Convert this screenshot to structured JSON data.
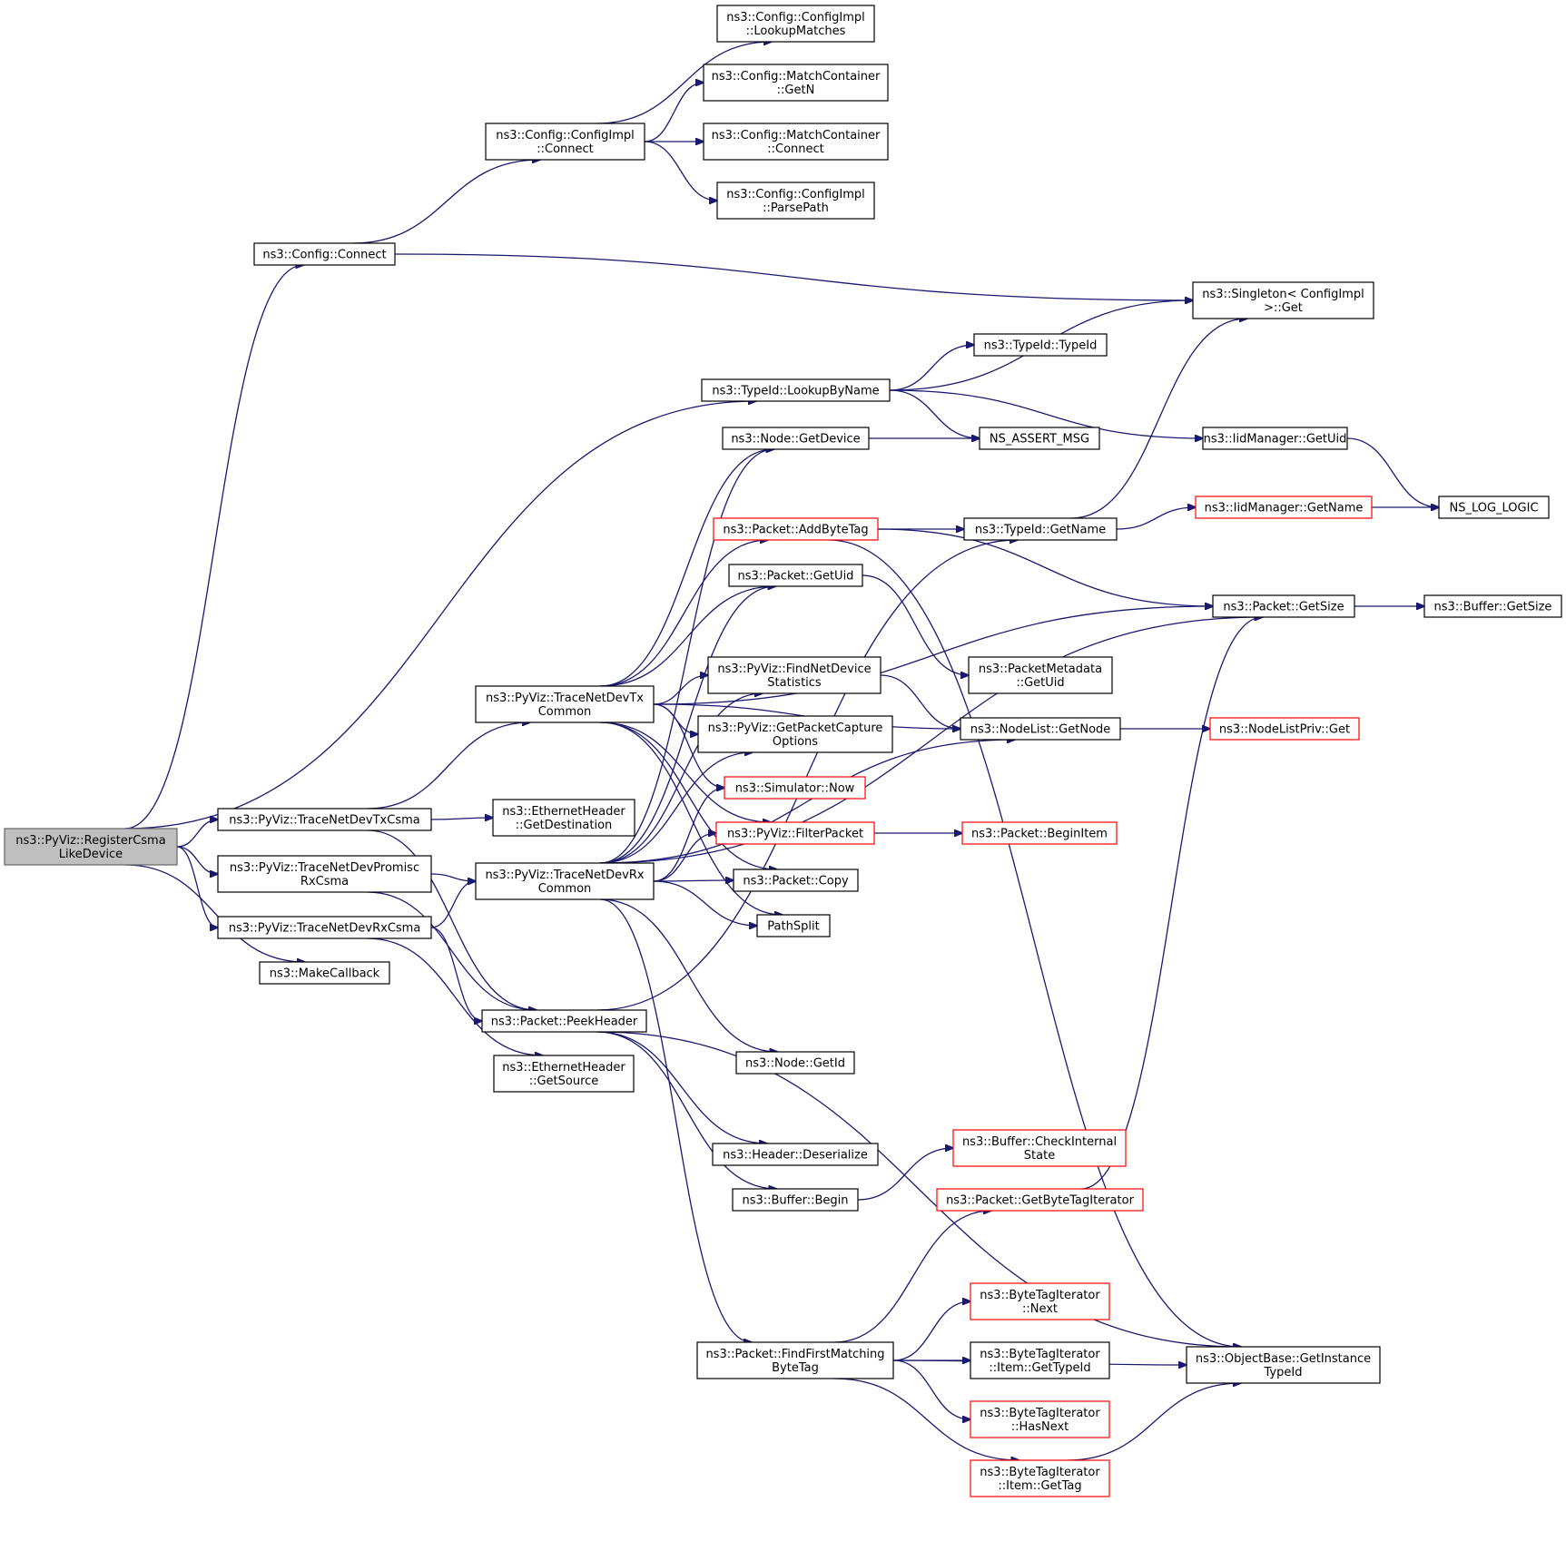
{
  "colors": {
    "edge": "#191970",
    "node_border": "#000000",
    "node_border_partial": "#ff0000",
    "root_fill": "#bfbfbf"
  },
  "nodes": [
    {
      "id": "n0",
      "lines": [
        "ns3::PyViz::RegisterCsma",
        "LikeDevice"
      ],
      "style": "root"
    },
    {
      "id": "n1",
      "lines": [
        "ns3::Config::Connect"
      ],
      "style": "normal"
    },
    {
      "id": "n2",
      "lines": [
        "ns3::Config::ConfigImpl",
        "::Connect"
      ],
      "style": "normal"
    },
    {
      "id": "n3",
      "lines": [
        "ns3::Config::ConfigImpl",
        "::LookupMatches"
      ],
      "style": "normal"
    },
    {
      "id": "n4",
      "lines": [
        "ns3::Config::MatchContainer",
        "::GetN"
      ],
      "style": "normal"
    },
    {
      "id": "n5",
      "lines": [
        "ns3::Config::MatchContainer",
        "::Connect"
      ],
      "style": "normal"
    },
    {
      "id": "n6",
      "lines": [
        "ns3::Config::ConfigImpl",
        "::ParsePath"
      ],
      "style": "normal"
    },
    {
      "id": "n7",
      "lines": [
        "ns3::Singleton< ConfigImpl",
        ">::Get"
      ],
      "style": "normal"
    },
    {
      "id": "n8",
      "lines": [
        "ns3::TypeId::LookupByName"
      ],
      "style": "normal"
    },
    {
      "id": "n9",
      "lines": [
        "ns3::TypeId::TypeId"
      ],
      "style": "normal"
    },
    {
      "id": "n10",
      "lines": [
        "NS_ASSERT_MSG"
      ],
      "style": "normal"
    },
    {
      "id": "n11",
      "lines": [
        "ns3::IidManager::GetUid"
      ],
      "style": "normal"
    },
    {
      "id": "n12",
      "lines": [
        "NS_LOG_LOGIC"
      ],
      "style": "normal"
    },
    {
      "id": "n13",
      "lines": [
        "ns3::Node::GetDevice"
      ],
      "style": "normal"
    },
    {
      "id": "n14",
      "lines": [
        "ns3::Packet::AddByteTag"
      ],
      "style": "red"
    },
    {
      "id": "n15",
      "lines": [
        "ns3::TypeId::GetName"
      ],
      "style": "normal"
    },
    {
      "id": "n16",
      "lines": [
        "ns3::IidManager::GetName"
      ],
      "style": "red"
    },
    {
      "id": "n17",
      "lines": [
        "ns3::Packet::GetUid"
      ],
      "style": "normal"
    },
    {
      "id": "n18",
      "lines": [
        "ns3::Packet::GetSize"
      ],
      "style": "normal"
    },
    {
      "id": "n19",
      "lines": [
        "ns3::Buffer::GetSize"
      ],
      "style": "normal"
    },
    {
      "id": "n20",
      "lines": [
        "ns3::PyViz::FindNetDevice",
        "Statistics"
      ],
      "style": "normal"
    },
    {
      "id": "n21",
      "lines": [
        "ns3::PacketMetadata",
        "::GetUid"
      ],
      "style": "normal"
    },
    {
      "id": "n22",
      "lines": [
        "ns3::PyViz::TraceNetDevTx",
        "Common"
      ],
      "style": "normal"
    },
    {
      "id": "n23",
      "lines": [
        "ns3::PyViz::GetPacketCapture",
        "Options"
      ],
      "style": "normal"
    },
    {
      "id": "n24",
      "lines": [
        "ns3::NodeList::GetNode"
      ],
      "style": "normal"
    },
    {
      "id": "n25",
      "lines": [
        "ns3::NodeListPriv::Get"
      ],
      "style": "red"
    },
    {
      "id": "n26",
      "lines": [
        "ns3::Simulator::Now"
      ],
      "style": "red"
    },
    {
      "id": "n27",
      "lines": [
        "ns3::PyViz::TraceNetDevTxCsma"
      ],
      "style": "normal"
    },
    {
      "id": "n28",
      "lines": [
        "ns3::EthernetHeader",
        "::GetDestination"
      ],
      "style": "normal"
    },
    {
      "id": "n29",
      "lines": [
        "ns3::PyViz::FilterPacket"
      ],
      "style": "red"
    },
    {
      "id": "n30",
      "lines": [
        "ns3::Packet::BeginItem"
      ],
      "style": "red"
    },
    {
      "id": "n31",
      "lines": [
        "ns3::PyViz::TraceNetDevPromisc",
        "RxCsma"
      ],
      "style": "normal"
    },
    {
      "id": "n32",
      "lines": [
        "ns3::PyViz::TraceNetDevRx",
        "Common"
      ],
      "style": "normal"
    },
    {
      "id": "n33",
      "lines": [
        "ns3::Packet::Copy"
      ],
      "style": "normal"
    },
    {
      "id": "n34",
      "lines": [
        "ns3::PyViz::TraceNetDevRxCsma"
      ],
      "style": "normal"
    },
    {
      "id": "n35",
      "lines": [
        "PathSplit"
      ],
      "style": "normal"
    },
    {
      "id": "n36",
      "lines": [
        "ns3::MakeCallback"
      ],
      "style": "normal"
    },
    {
      "id": "n37",
      "lines": [
        "ns3::Packet::PeekHeader"
      ],
      "style": "normal"
    },
    {
      "id": "n38",
      "lines": [
        "ns3::Node::GetId"
      ],
      "style": "normal"
    },
    {
      "id": "n39",
      "lines": [
        "ns3::EthernetHeader",
        "::GetSource"
      ],
      "style": "normal"
    },
    {
      "id": "n40",
      "lines": [
        "ns3::Buffer::CheckInternal",
        "State"
      ],
      "style": "red"
    },
    {
      "id": "n41",
      "lines": [
        "ns3::Header::Deserialize"
      ],
      "style": "normal"
    },
    {
      "id": "n42",
      "lines": [
        "ns3::Packet::GetByteTagIterator"
      ],
      "style": "red"
    },
    {
      "id": "n43",
      "lines": [
        "ns3::Buffer::Begin"
      ],
      "style": "normal"
    },
    {
      "id": "n44",
      "lines": [
        "ns3::ByteTagIterator",
        "::Next"
      ],
      "style": "red"
    },
    {
      "id": "n45",
      "lines": [
        "ns3::Packet::FindFirstMatching",
        "ByteTag"
      ],
      "style": "normal"
    },
    {
      "id": "n46",
      "lines": [
        "ns3::ByteTagIterator",
        "::Item::GetTypeId"
      ],
      "style": "normal"
    },
    {
      "id": "n47",
      "lines": [
        "ns3::ObjectBase::GetInstance",
        "TypeId"
      ],
      "style": "normal"
    },
    {
      "id": "n48",
      "lines": [
        "ns3::ByteTagIterator",
        "::HasNext"
      ],
      "style": "red"
    },
    {
      "id": "n49",
      "lines": [
        "ns3::ByteTagIterator",
        "::Item::GetTag"
      ],
      "style": "red"
    }
  ],
  "edges": [
    [
      "n0",
      "n1"
    ],
    [
      "n0",
      "n8"
    ],
    [
      "n0",
      "n27"
    ],
    [
      "n0",
      "n31"
    ],
    [
      "n0",
      "n34"
    ],
    [
      "n0",
      "n36"
    ],
    [
      "n1",
      "n2"
    ],
    [
      "n1",
      "n7"
    ],
    [
      "n2",
      "n3"
    ],
    [
      "n2",
      "n4"
    ],
    [
      "n2",
      "n5"
    ],
    [
      "n2",
      "n6"
    ],
    [
      "n8",
      "n7"
    ],
    [
      "n8",
      "n9"
    ],
    [
      "n8",
      "n10"
    ],
    [
      "n8",
      "n11"
    ],
    [
      "n11",
      "n12"
    ],
    [
      "n13",
      "n10"
    ],
    [
      "n14",
      "n15"
    ],
    [
      "n14",
      "n18"
    ],
    [
      "n14",
      "n47"
    ],
    [
      "n15",
      "n7"
    ],
    [
      "n15",
      "n16"
    ],
    [
      "n16",
      "n12"
    ],
    [
      "n17",
      "n21"
    ],
    [
      "n18",
      "n19"
    ],
    [
      "n20",
      "n24"
    ],
    [
      "n24",
      "n25"
    ],
    [
      "n22",
      "n13"
    ],
    [
      "n22",
      "n14"
    ],
    [
      "n22",
      "n17"
    ],
    [
      "n22",
      "n18"
    ],
    [
      "n22",
      "n20"
    ],
    [
      "n22",
      "n23"
    ],
    [
      "n22",
      "n24"
    ],
    [
      "n22",
      "n26"
    ],
    [
      "n22",
      "n29"
    ],
    [
      "n22",
      "n33"
    ],
    [
      "n22",
      "n35"
    ],
    [
      "n27",
      "n22"
    ],
    [
      "n27",
      "n28"
    ],
    [
      "n27",
      "n37"
    ],
    [
      "n29",
      "n30"
    ],
    [
      "n31",
      "n32"
    ],
    [
      "n31",
      "n37"
    ],
    [
      "n32",
      "n13"
    ],
    [
      "n32",
      "n17"
    ],
    [
      "n32",
      "n20"
    ],
    [
      "n32",
      "n23"
    ],
    [
      "n32",
      "n24"
    ],
    [
      "n32",
      "n26"
    ],
    [
      "n32",
      "n29"
    ],
    [
      "n32",
      "n33"
    ],
    [
      "n32",
      "n35"
    ],
    [
      "n32",
      "n38"
    ],
    [
      "n32",
      "n18"
    ],
    [
      "n32",
      "n45"
    ],
    [
      "n34",
      "n32"
    ],
    [
      "n34",
      "n37"
    ],
    [
      "n34",
      "n39"
    ],
    [
      "n37",
      "n41"
    ],
    [
      "n37",
      "n43"
    ],
    [
      "n37",
      "n15"
    ],
    [
      "n37",
      "n47"
    ],
    [
      "n43",
      "n40"
    ],
    [
      "n42",
      "n18"
    ],
    [
      "n45",
      "n42"
    ],
    [
      "n45",
      "n44"
    ],
    [
      "n45",
      "n46"
    ],
    [
      "n45",
      "n48"
    ],
    [
      "n45",
      "n49"
    ],
    [
      "n45",
      "n47"
    ],
    [
      "n49",
      "n47"
    ]
  ]
}
